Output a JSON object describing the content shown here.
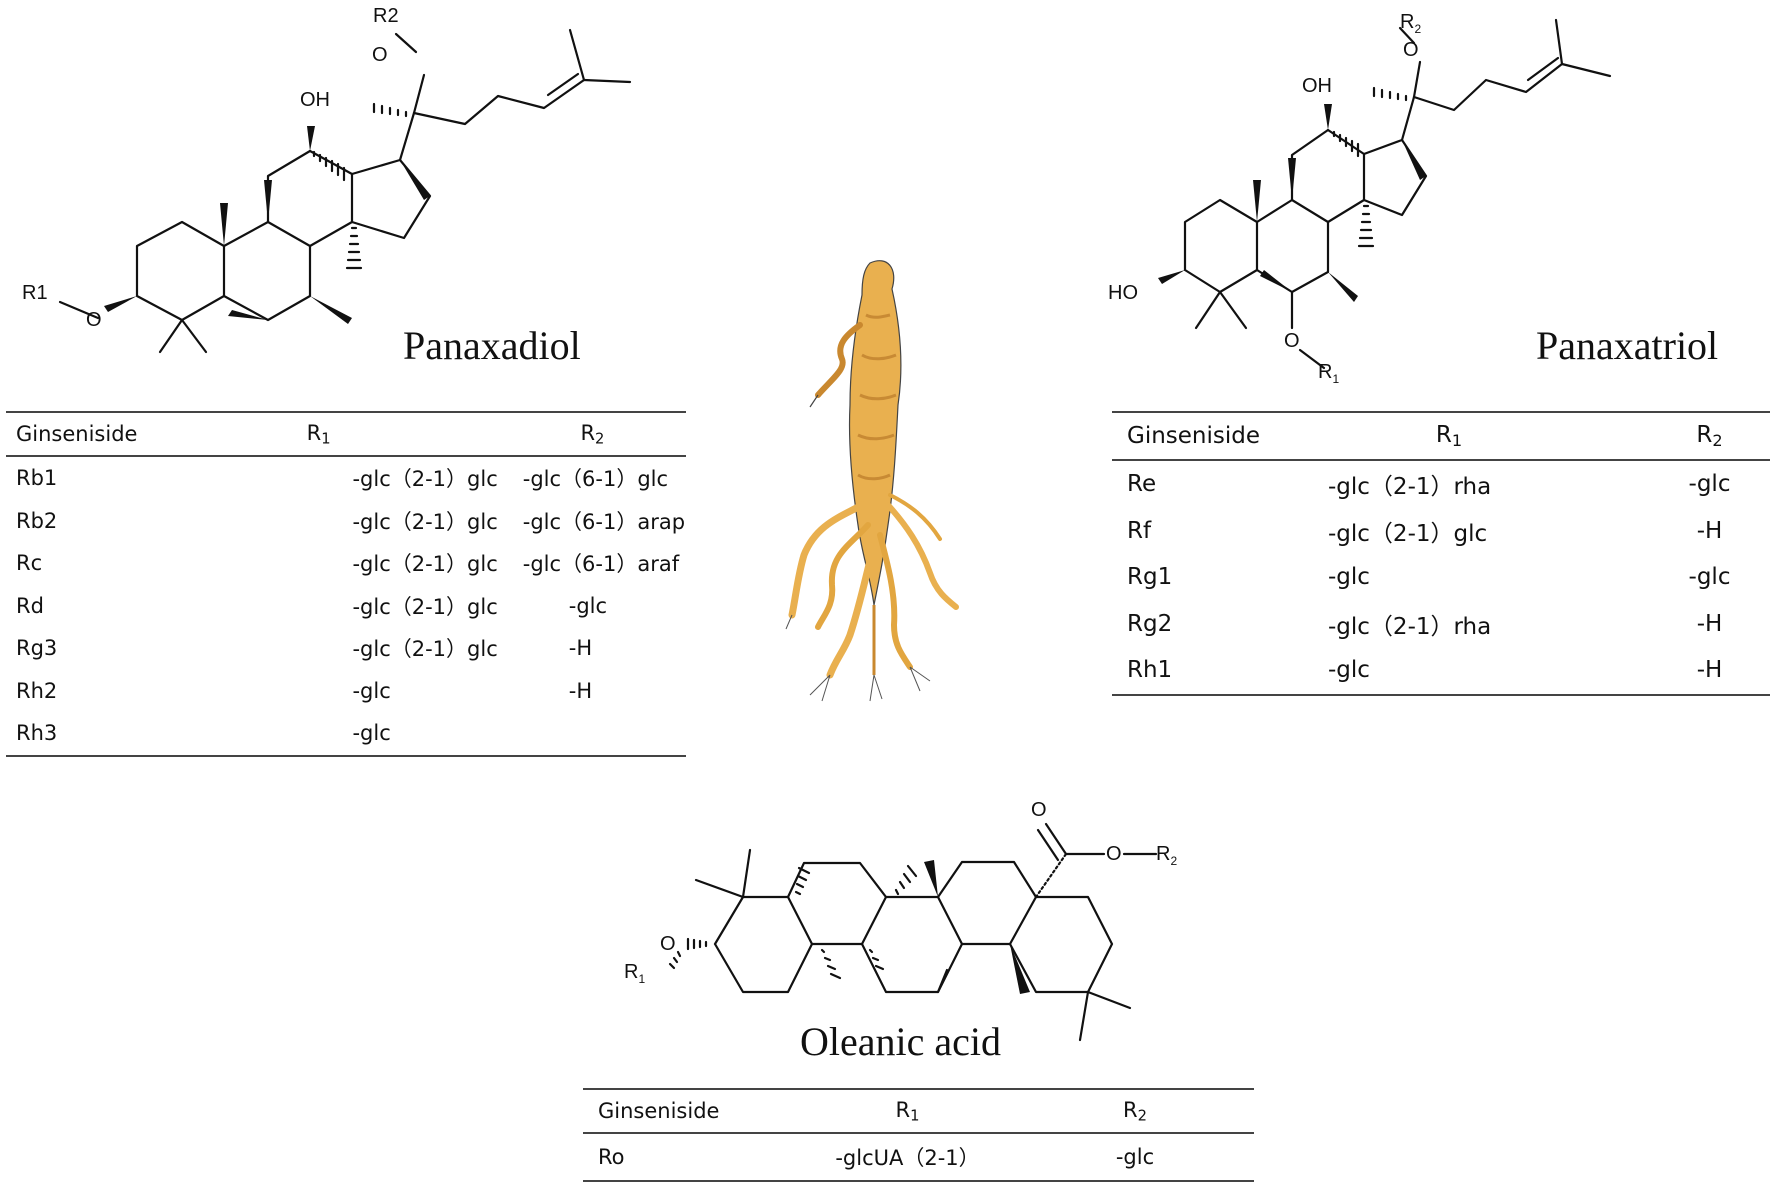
{
  "figure": {
    "panaxadiol": {
      "name": "Panaxadiol",
      "structure_labels": {
        "r1": "R1",
        "r2": "R2",
        "oh": "OH",
        "o1": "O",
        "o2": "O"
      },
      "table": {
        "headers": {
          "col1": "Ginseniside",
          "col2": "R",
          "col2_sub": "1",
          "col3": "R",
          "col3_sub": "2"
        },
        "rows": [
          {
            "name": "Rb1",
            "r1": "-glc（2-1）glc",
            "r2": "-glc（6-1）glc"
          },
          {
            "name": "Rb2",
            "r1": "-glc（2-1）glc",
            "r2": "-glc（6-1）arap"
          },
          {
            "name": "Rc",
            "r1": "-glc（2-1）glc",
            "r2": "-glc（6-1）araf"
          },
          {
            "name": "Rd",
            "r1": "-glc（2-1）glc",
            "r2": "-glc"
          },
          {
            "name": "Rg3",
            "r1": "-glc（2-1）glc",
            "r2": "-H"
          },
          {
            "name": "Rh2",
            "r1": "-glc",
            "r2": "-H"
          },
          {
            "name": "Rh3",
            "r1": "-glc",
            "r2": ""
          }
        ]
      }
    },
    "panaxatriol": {
      "name": "Panaxatriol",
      "structure_labels": {
        "r1": "R",
        "r1_sub": "1",
        "r2": "R",
        "r2_sub": "2",
        "oh": "OH",
        "ho": "HO",
        "o1": "O",
        "o2": "O"
      },
      "table": {
        "headers": {
          "col1": "Ginseniside",
          "col2": "R",
          "col2_sub": "1",
          "col3": "R",
          "col3_sub": "2"
        },
        "rows": [
          {
            "name": "Re",
            "r1": "-glc（2-1）rha",
            "r2": "-glc"
          },
          {
            "name": "Rf",
            "r1": "-glc（2-1）glc",
            "r2": "-H"
          },
          {
            "name": "Rg1",
            "r1": "-glc",
            "r2": "-glc"
          },
          {
            "name": "Rg2",
            "r1": "-glc（2-1）rha",
            "r2": "-H"
          },
          {
            "name": "Rh1",
            "r1": "-glc",
            "r2": "-H"
          }
        ]
      }
    },
    "oleanic_acid": {
      "name": "Oleanic acid",
      "structure_labels": {
        "r1": "R",
        "r1_sub": "1",
        "r2": "R",
        "r2_sub": "2",
        "o_carbonyl": "O",
        "o_ester": "O",
        "o_ether": "O"
      },
      "table": {
        "headers": {
          "col1": "Ginseniside",
          "col2": "R",
          "col2_sub": "1",
          "col3": "R",
          "col3_sub": "2"
        },
        "rows": [
          {
            "name": "Ro",
            "r1": "-glcUA（2-1）",
            "r2": "-glc"
          }
        ]
      }
    },
    "illustration": {
      "icon": "ginseng-root-icon",
      "colors": {
        "root": "#E9B04F",
        "shade": "#B97A2A",
        "outline": "#444444"
      }
    }
  }
}
